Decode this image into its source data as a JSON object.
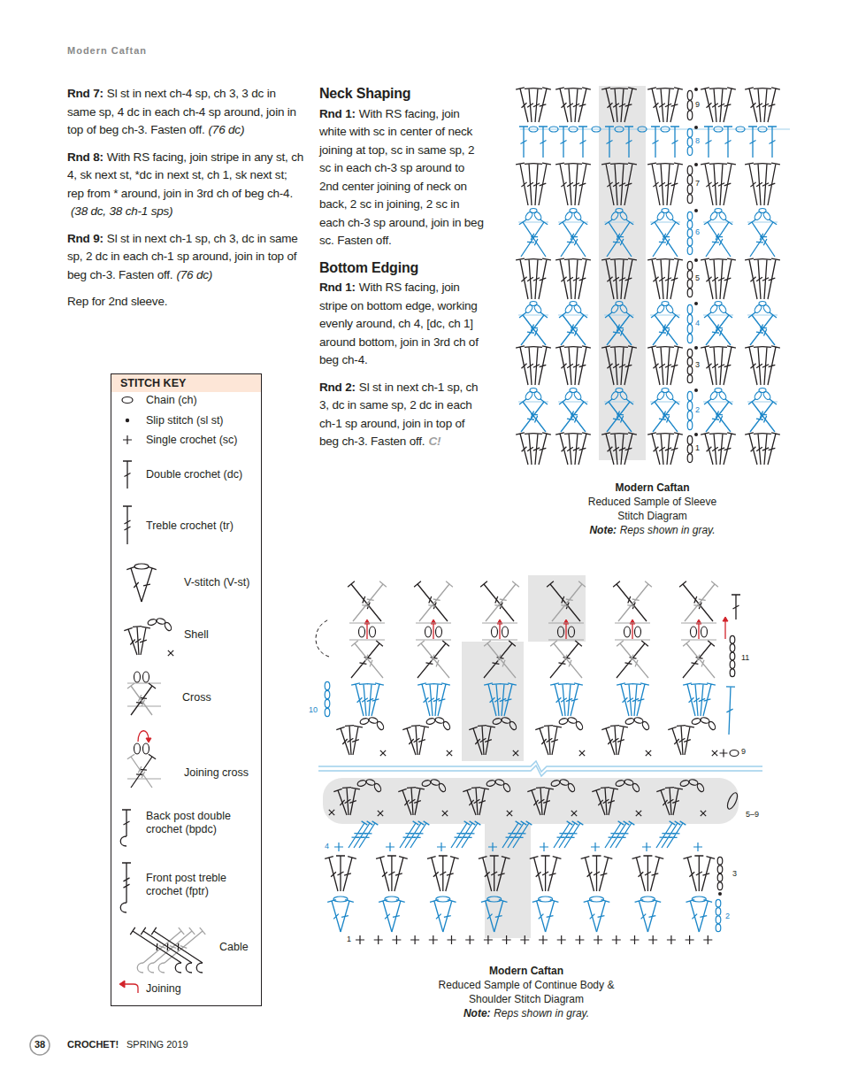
{
  "diagram": {
    "title": "Modern Caftan",
    "nodes": [
      {
        "text": [
          "STITCH KEY"
        ]
      }
    ],
    "labels": [
      "Rnd 7:",
      "Sl st in next ch-4 sp, ch 3, 3 dc in same sp, 4 dc in each ch-4 sp around, join in top of beg ch-3. Fasten off.",
      "(76 dc)",
      "Rnd 8:",
      "With RS facing, join stripe in any st, ch 4, sk next st, *dc in next st, ch 1, sk next st; rep from * around, join in 3rd ch of beg ch-4.",
      "(38 dc, 38 ch-1 sps)",
      "Rnd 9:",
      "Sl st in next ch-1 sp, ch 3, dc in same sp, 2 dc in each ch-1 sp around, join in top of beg ch-3. Fasten off.",
      "(76 dc)",
      "Rep for 2nd sleeve.",
      "Neck Shaping",
      "Rnd 1:",
      "With RS facing, join white with sc in center of neck joining at top, sc in same sp, 2 sc in each ch-3 sp around to 2nd center joining of neck on back, 2 sc in joining, 2 sc in each ch-3 sp around, join in beg sc. Fasten off.",
      "Bottom Edging",
      "Rnd 1:",
      "With RS facing, join stripe on bottom edge, working evenly around, ch 4, [dc, ch 1] around bottom, join in 3rd ch of beg ch-4.",
      "Rnd 2:",
      "Sl st in next ch-1 sp, ch 3, dc in same sp, 2 dc in each ch-1 sp around, join in top of beg ch-3. Fasten off.",
      "C!",
      "9",
      "8",
      "7",
      "6",
      "5",
      "4",
      "3",
      "2",
      "1",
      "Modern Caftan",
      "Reduced Sample of Sleeve Stitch Diagram",
      "Note:",
      "Reps shown in gray.",
      "11",
      "10",
      "9",
      "5–9",
      "4",
      "3",
      "2",
      "1",
      "Modern Caftan",
      "Reduced Sample of Continue Body & Shoulder Stitch Diagram",
      "Note:",
      "Reps shown in gray.",
      "38",
      "CROCHET!",
      "SPRING 2019"
    ],
    "legend": [
      {
        "text": "Chain (ch)"
      },
      {
        "text": "Slip stitch (sl st)"
      },
      {
        "text": "Single crochet (sc)"
      },
      {
        "text": "Double crochet (dc)"
      },
      {
        "text": "Treble crochet (tr)"
      },
      {
        "text": "V-stitch (V-st)"
      },
      {
        "text": "Shell"
      },
      {
        "text": "Cross"
      },
      {
        "text": "Joining cross"
      },
      {
        "text": "Back post double crochet (bpdc)"
      },
      {
        "text": "Front post treble crochet (fptr)"
      },
      {
        "text": "Cable"
      },
      {
        "text": "Joining"
      }
    ]
  }
}
